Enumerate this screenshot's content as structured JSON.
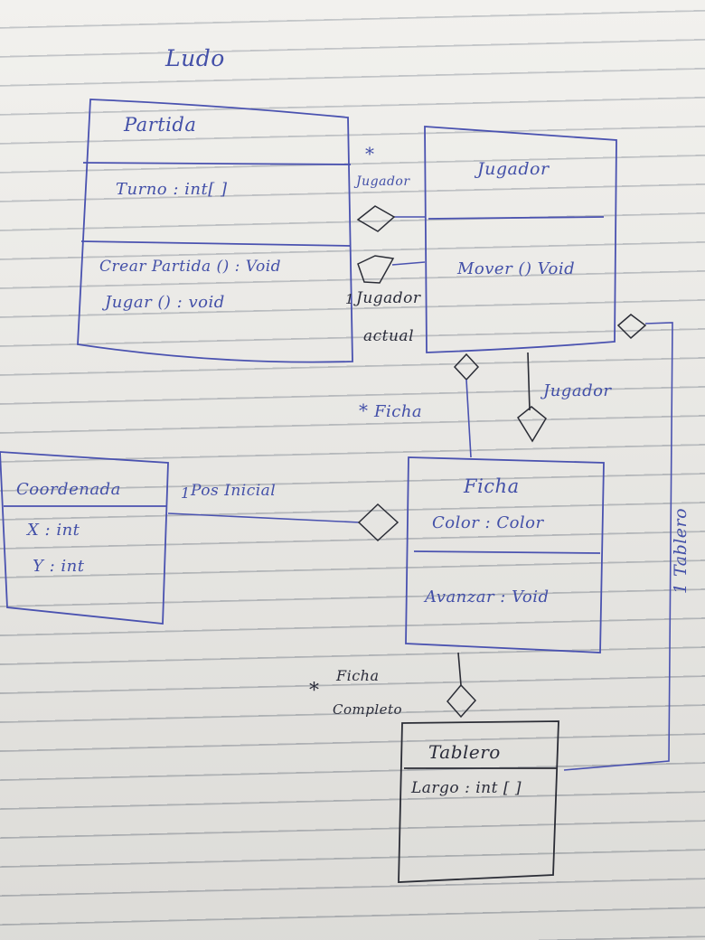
{
  "title": "Ludo",
  "classes": {
    "partida": {
      "name": "Partida",
      "attributes": [
        "Turno : int[ ]"
      ],
      "methods": [
        "Crear Partida () : Void",
        "Jugar () : void"
      ]
    },
    "jugador": {
      "name": "Jugador",
      "methods": [
        "Mover () Void"
      ]
    },
    "coordenada": {
      "name": "Coordenada",
      "attributes": [
        "X : int",
        "Y : int"
      ]
    },
    "ficha": {
      "name": "Ficha",
      "attributes": [
        "Color : Color"
      ],
      "methods": [
        "Avanzar : Void"
      ]
    },
    "tablero": {
      "name": "Tablero",
      "attributes": [
        "Largo : int [ ]"
      ]
    }
  },
  "associations": {
    "partida_jugador_top": {
      "mult": "*",
      "role": "Jugador"
    },
    "partida_jugador_bottom": {
      "mult": "1",
      "role": "Jugador",
      "role2": "actual"
    },
    "jugador_ficha": {
      "mult": "*",
      "role": "Ficha"
    },
    "jugador_jugador": {
      "role": "Jugador"
    },
    "coordenada_ficha": {
      "mult": "1",
      "role": "Pos Inicial"
    },
    "ficha_tablero": {
      "mult": "*",
      "role": "Ficha",
      "role2": "Completo"
    },
    "tablero_jugador": {
      "role": "1 Tablero"
    }
  }
}
